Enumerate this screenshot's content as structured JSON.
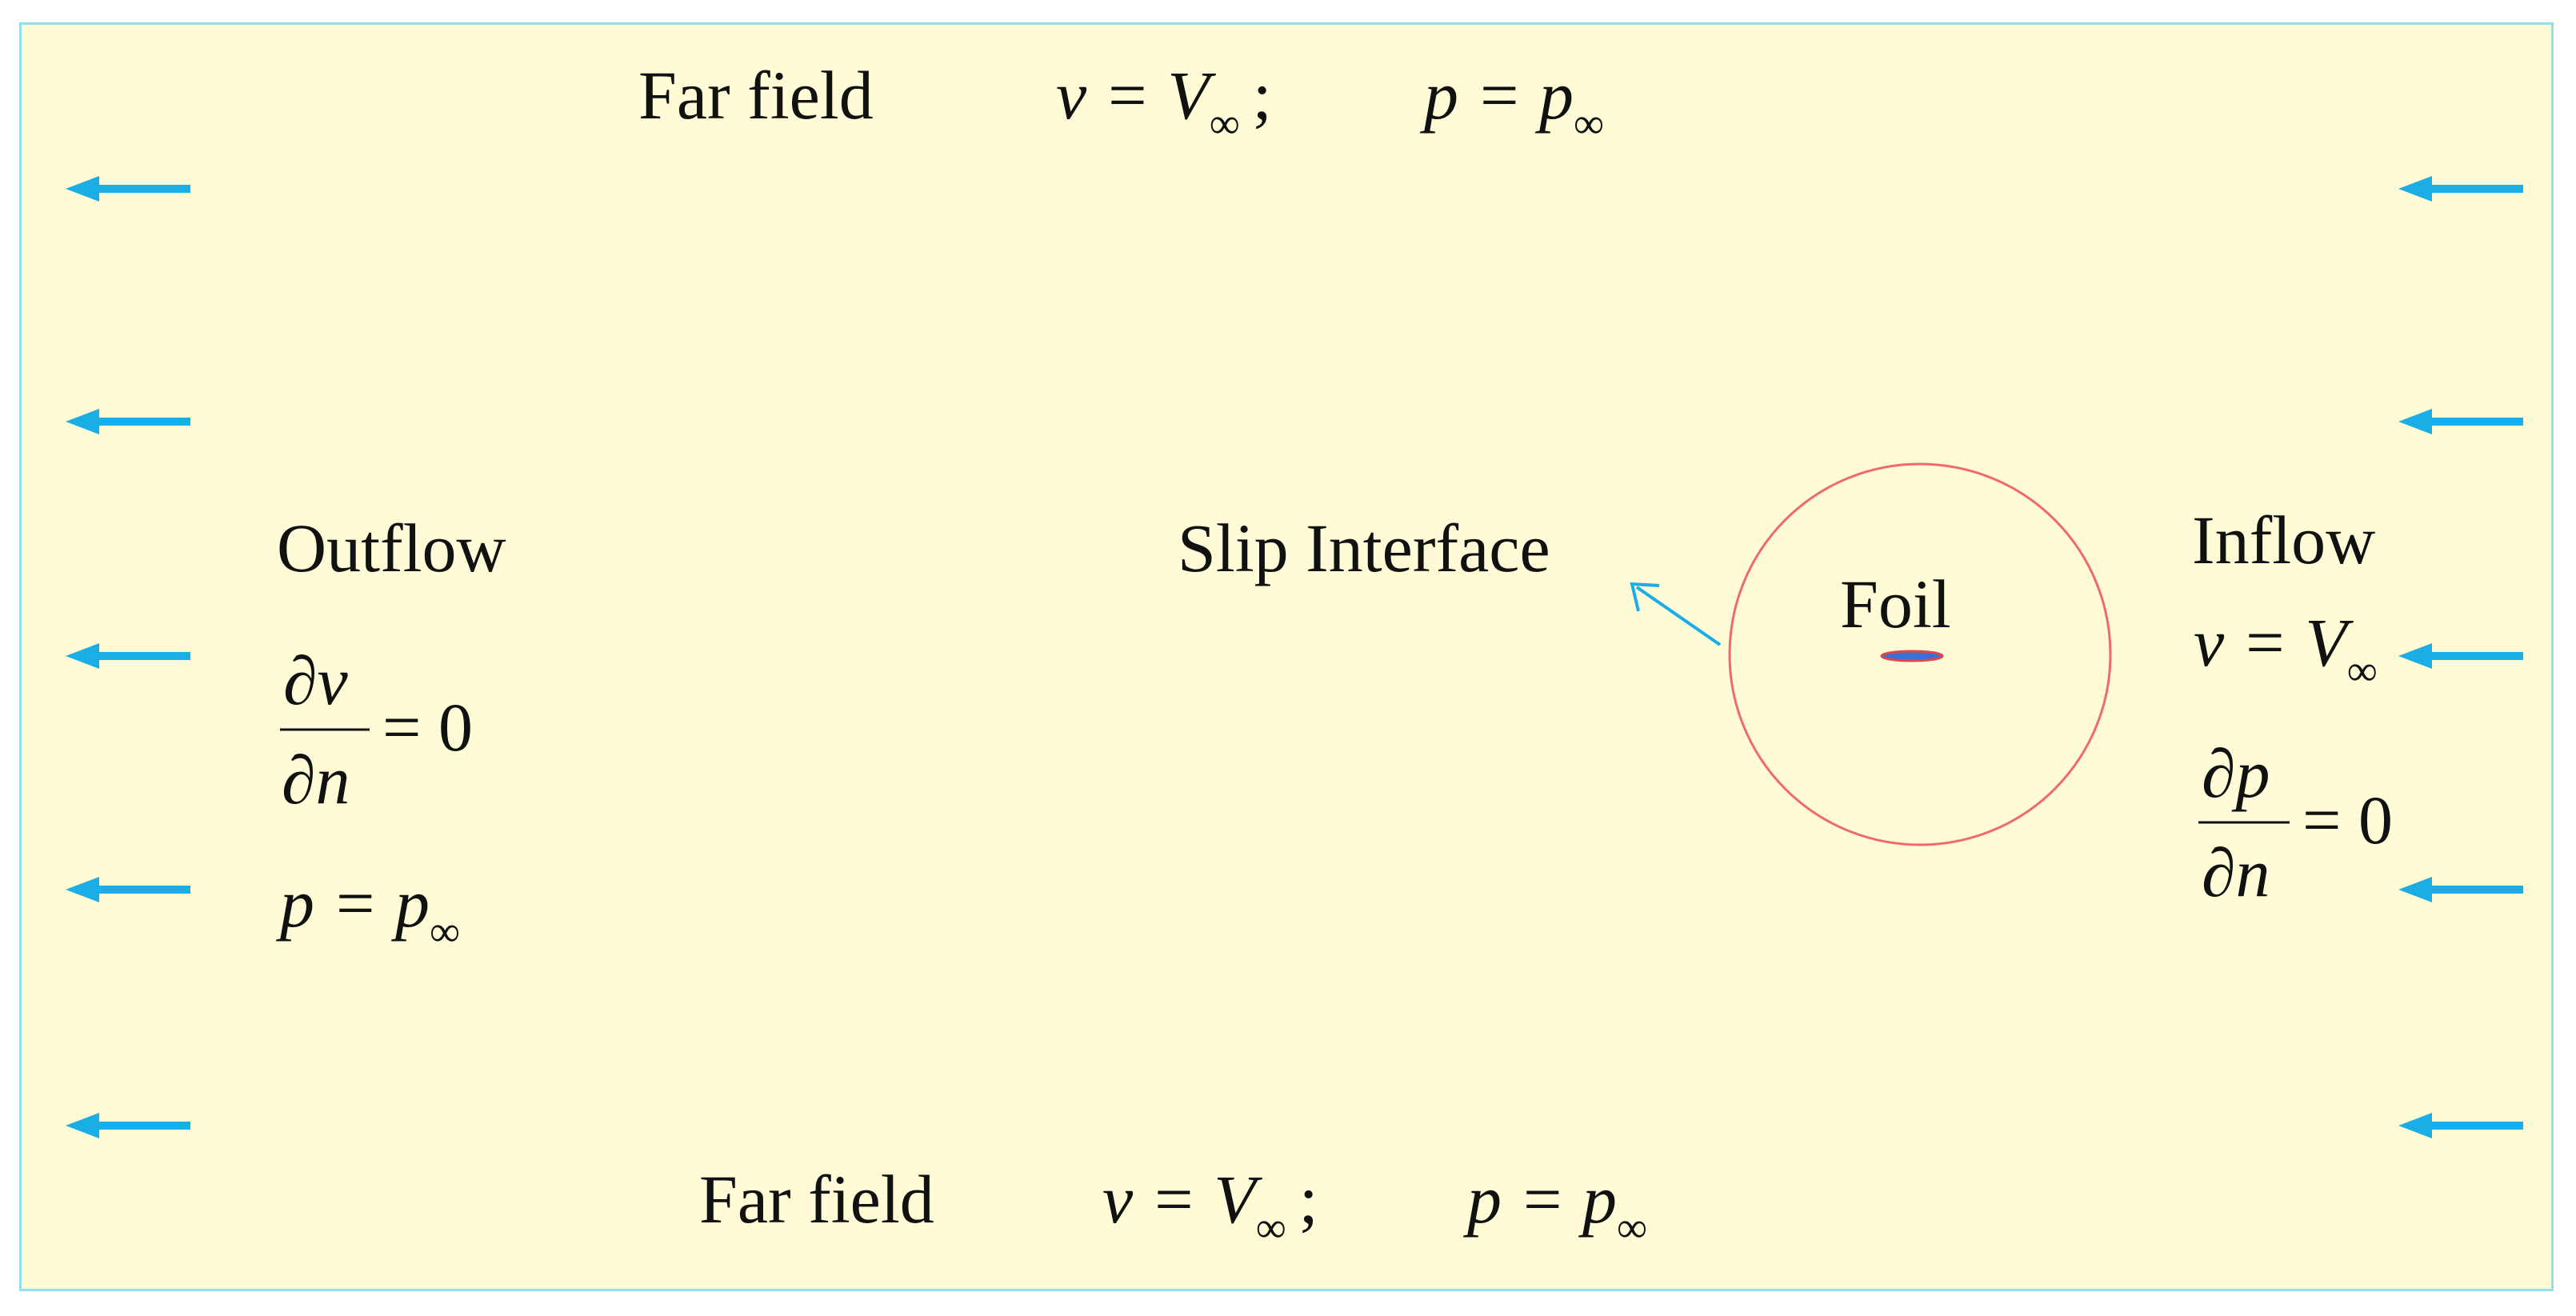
{
  "top_far_field": {
    "label": "Far field",
    "eq_v": "v = V",
    "eq_v_sub": "∞",
    "eq_v_sep": ";",
    "eq_p": "p = p",
    "eq_p_sub": "∞"
  },
  "bottom_far_field": {
    "label": "Far field",
    "eq_v": "v = V",
    "eq_v_sub": "∞",
    "eq_v_sep": ";",
    "eq_p": "p = p",
    "eq_p_sub": "∞"
  },
  "outflow": {
    "label": "Outflow",
    "frac_num": "∂v",
    "frac_den": "∂n",
    "frac_rhs": "= 0",
    "eq_p": "p = p",
    "eq_p_sub": "∞"
  },
  "inflow": {
    "label": "Inflow",
    "eq_v": "v = V",
    "eq_v_sub": "∞",
    "frac_num": "∂p",
    "frac_den": "∂n",
    "frac_rhs": "= 0"
  },
  "slip_interface": {
    "label": "Slip Interface"
  },
  "foil": {
    "label": "Foil"
  },
  "colors": {
    "background": "#fefbd6",
    "border": "#8fe2ec",
    "flow_arrow": "#19aee6",
    "interface_circle": "#f06a6a",
    "foil_body": "#3a6fd6"
  }
}
